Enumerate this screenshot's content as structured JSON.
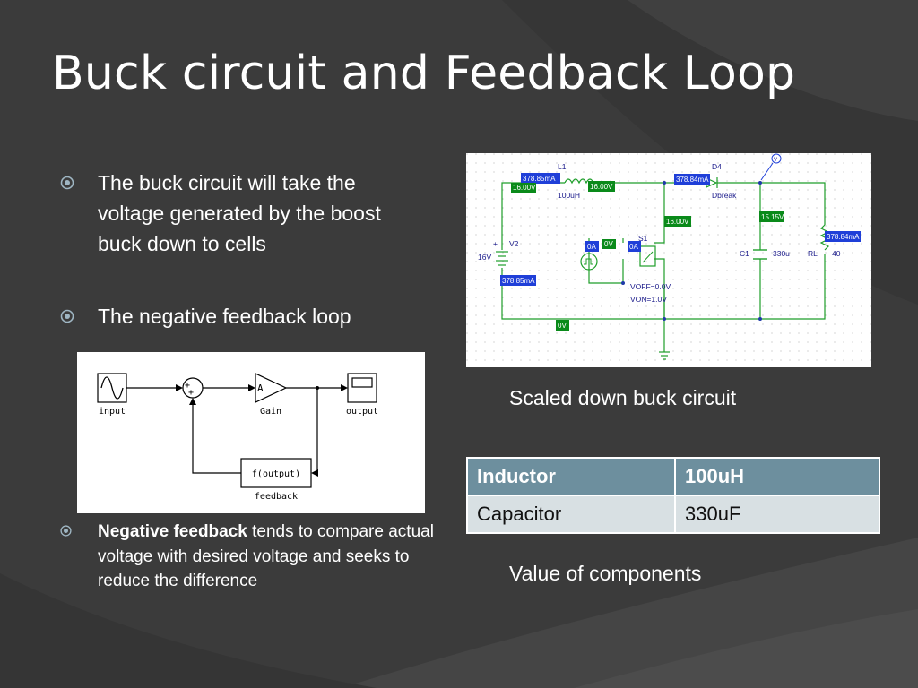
{
  "title": "Buck circuit and Feedback Loop",
  "bullets": [
    {
      "text": "The buck circuit will take the voltage generated by the boost buck down to cells"
    },
    {
      "text": "The negative feedback loop"
    },
    {
      "bold": "Negative feedback",
      "text": " tends to compare actual voltage with desired voltage and seeks to reduce the difference"
    }
  ],
  "feedback_diagram": {
    "input": "input",
    "gain_symbol": "A",
    "gain": "Gain",
    "output": "output",
    "function": "f(output)",
    "feedback": "feedback"
  },
  "circuit": {
    "caption": "Scaled down buck circuit",
    "labels": {
      "l1": "L1",
      "l1_value": "100uH",
      "d4": "D4",
      "d4_model": "Dbreak",
      "v2": "V2",
      "v2_value": "16V",
      "s1": "S1",
      "voff": "VOFF=0.0V",
      "von": "VON=1.0V",
      "c1": "C1",
      "c1_value": "330u",
      "rl": "RL",
      "rl_value": "40",
      "plus": "+",
      "probe": "V"
    },
    "tags": {
      "current_top_left": "378.85mA",
      "voltage_left": "16.00V",
      "voltage_l1_right": "16.00V",
      "current_diode": "378.84mA",
      "voltage_node": "16.00V",
      "voltage_out": "15.15V",
      "current_rl": "378.84mA",
      "current_v2": "378.85mA",
      "src_current": "0A",
      "src_voltage": "0V",
      "switch_current": "0A",
      "ground": "0V"
    }
  },
  "components_table": {
    "caption": "Value of components",
    "header": [
      "Inductor",
      "100uH"
    ],
    "rows": [
      [
        "Capacitor",
        "330uF"
      ]
    ]
  },
  "colors": {
    "background": "#3b3b3b",
    "table_header": "#6d8f9e",
    "table_row": "#d8e0e3",
    "wire": "#1e9e2a",
    "tag_blue": "#1f3fd8",
    "tag_green": "#0a8a1a"
  }
}
